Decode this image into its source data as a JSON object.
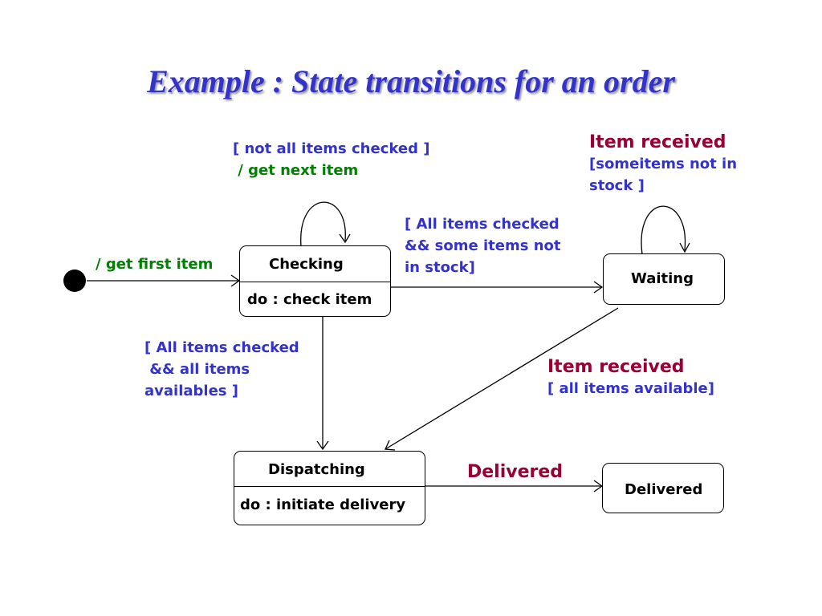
{
  "title": "Example : State transitions for an order",
  "colors": {
    "title": "#3333cc",
    "guard": "#3333cc",
    "action": "#008000",
    "event": "#990033"
  },
  "states": {
    "checking": {
      "name": "Checking",
      "activity": "do : check item"
    },
    "waiting": {
      "name": "Waiting"
    },
    "dispatching": {
      "name": "Dispatching",
      "activity": "do : initiate delivery"
    },
    "delivered": {
      "name": "Delivered"
    }
  },
  "transitions": {
    "initial": {
      "action": "/ get first item"
    },
    "checking_self": {
      "guard": "[ not all items checked ]",
      "action": " / get next item"
    },
    "checking_to_waiting": {
      "guard_lines": [
        "[ All items checked",
        "&& some items not",
        "in stock]"
      ]
    },
    "waiting_self": {
      "event": "Item received",
      "guard_lines": [
        "[someitems not in",
        "stock ]"
      ]
    },
    "checking_to_dispatching": {
      "guard_lines": [
        "[ All items checked",
        " && all items",
        "availables ]"
      ]
    },
    "waiting_to_dispatching": {
      "event": "Item received",
      "guard": "[ all items available]"
    },
    "dispatching_to_delivered": {
      "event": "Delivered"
    }
  }
}
